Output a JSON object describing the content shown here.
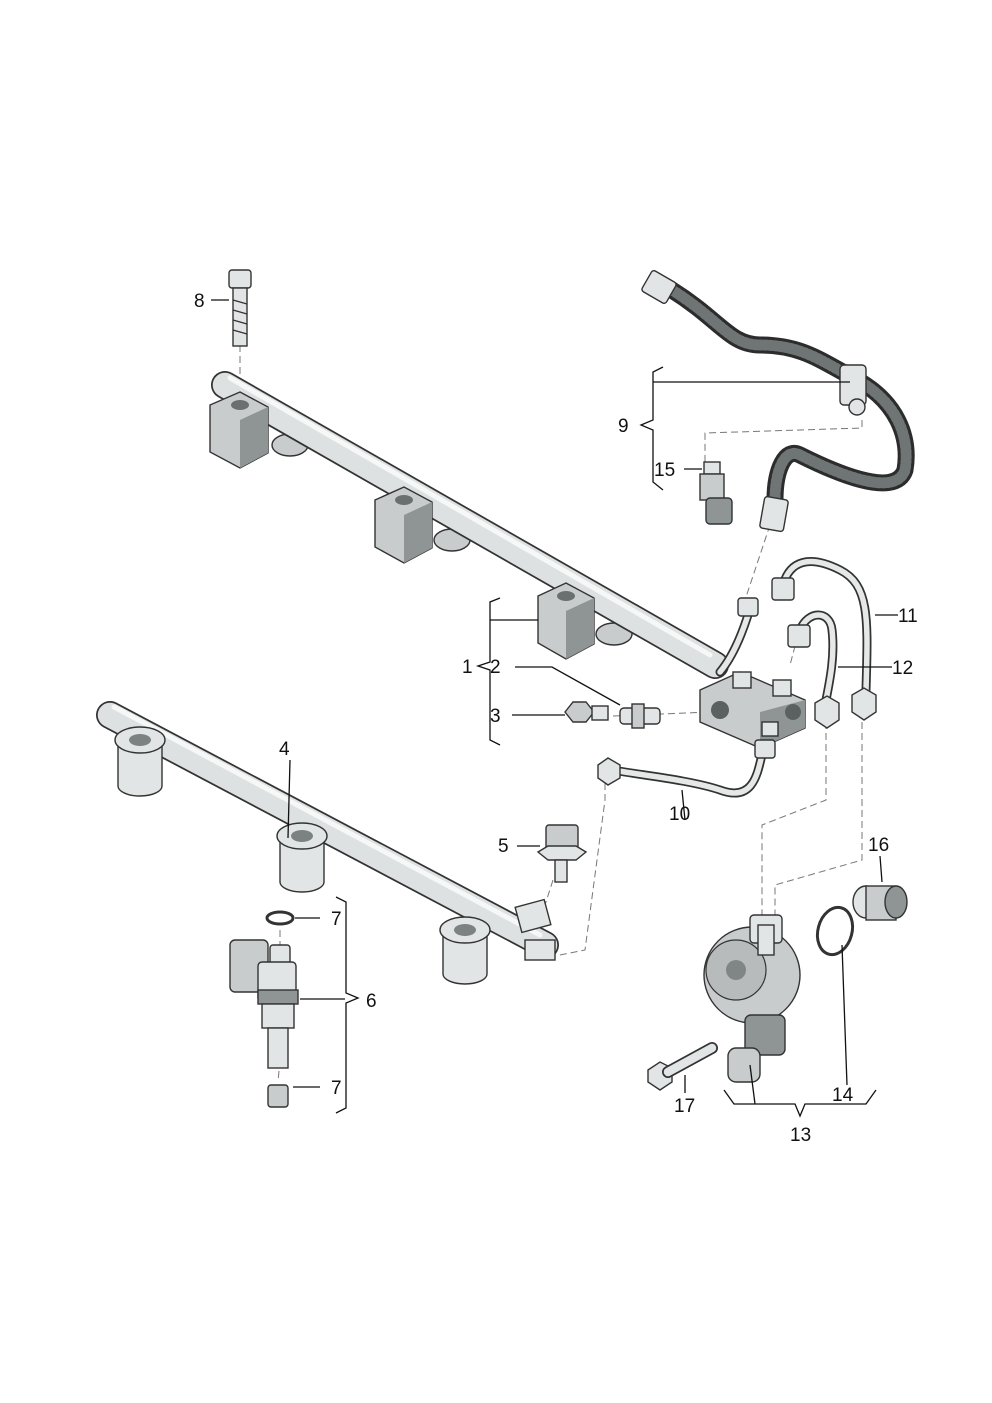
{
  "callouts": {
    "c1": "1",
    "c2": "2",
    "c3": "3",
    "c4": "4",
    "c5": "5",
    "c6": "6",
    "c7a": "7",
    "c7b": "7",
    "c8": "8",
    "c9": "9",
    "c10": "10",
    "c11": "11",
    "c12": "12",
    "c13": "13",
    "c14": "14",
    "c15": "15",
    "c16": "16",
    "c17": "17"
  },
  "colors": {
    "line": "#111111",
    "metal_light": "#e2e5e5",
    "metal_mid": "#c9cccc",
    "metal_dark": "#8f9595",
    "hose": "#2c2c2c"
  }
}
